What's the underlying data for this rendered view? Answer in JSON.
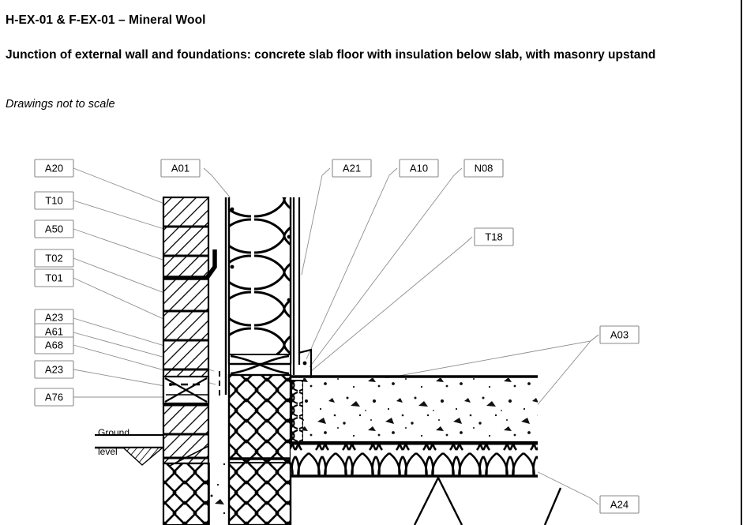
{
  "document": {
    "heading_1": "H-EX-01 & F-EX-01 – Mineral Wool",
    "heading_2": "Junction of external wall and foundations: concrete slab floor with insulation below slab, with masonry upstand",
    "subnote": "Drawings not to scale"
  },
  "drawing": {
    "ground_label_line1": "Ground",
    "ground_label_line2": "level",
    "tags": {
      "A20": "A20",
      "T10": "T10",
      "A50": "A50",
      "T02": "T02",
      "T01": "T01",
      "A23_upper": "A23",
      "A61": "A61",
      "A68": "A68",
      "A23_lower": "A23",
      "A76": "A76",
      "A01": "A01",
      "A21": "A21",
      "A10": "A10",
      "N08": "N08",
      "T18": "T18",
      "A03": "A03",
      "A24": "A24"
    },
    "tag_list": [
      "A20",
      "T10",
      "A50",
      "T02",
      "T01",
      "A23",
      "A61",
      "A68",
      "A23",
      "A76",
      "A01",
      "A21",
      "A10",
      "N08",
      "T18",
      "A03",
      "A24"
    ]
  },
  "colors": {
    "ink": "#000000",
    "leader": "#8f8f8f",
    "tag_border": "#8a8a8a",
    "background": "#ffffff"
  }
}
